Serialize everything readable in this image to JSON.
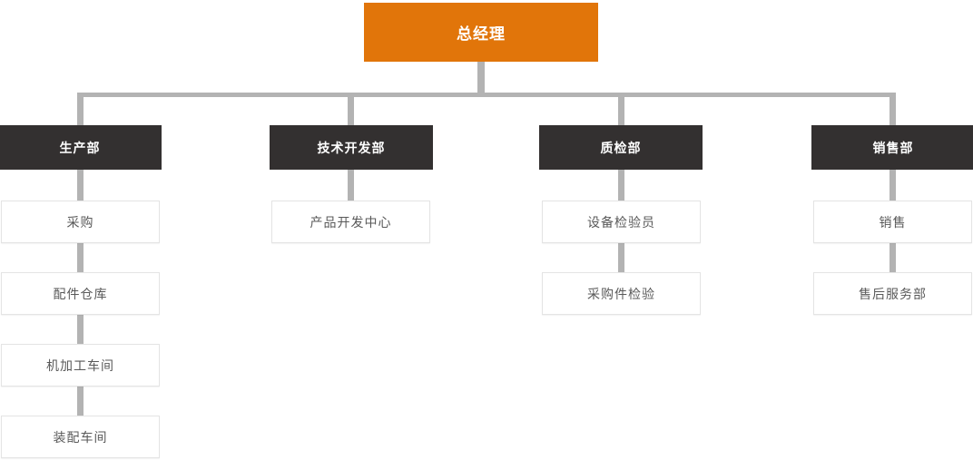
{
  "root": {
    "label": "总经理"
  },
  "departments": [
    {
      "label": "生产部",
      "children": [
        "采购",
        "配件仓库",
        "机加工车间",
        "装配车间"
      ]
    },
    {
      "label": "技术开发部",
      "children": [
        "产品开发中心"
      ]
    },
    {
      "label": "质检部",
      "children": [
        "设备检验员",
        "采购件检验"
      ]
    },
    {
      "label": "销售部",
      "children": [
        "销售",
        "售后服务部"
      ]
    }
  ],
  "colors": {
    "root_background": "#e1750a",
    "department_background": "#333030",
    "connector": "#b3b3b3",
    "child_border": "#e4e4e4",
    "child_text": "#595959",
    "node_text_light": "#ffffff"
  }
}
